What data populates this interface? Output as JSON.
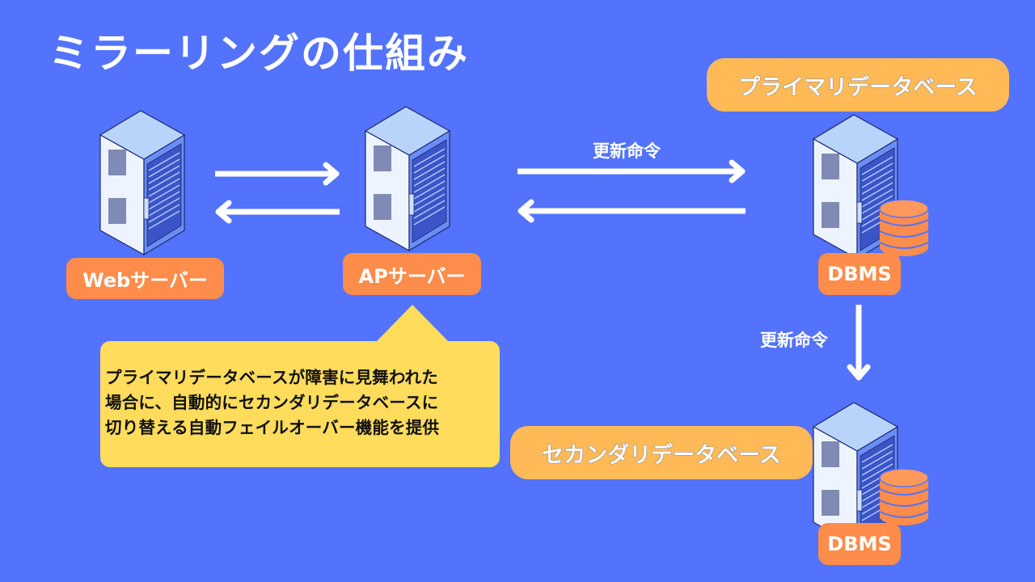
{
  "title": "ミラーリングの仕組み",
  "nodes": {
    "web_server": {
      "label": "Webサーバー",
      "icon": "server-rack-icon"
    },
    "ap_server": {
      "label": "APサーバー",
      "icon": "server-rack-icon"
    },
    "primary_db": {
      "label": "プライマリデータベース",
      "dbms_label": "DBMS",
      "icon": "server-rack-database-icon"
    },
    "secondary_db": {
      "label": "セカンダリデータベース",
      "dbms_label": "DBMS",
      "icon": "server-rack-database-icon"
    }
  },
  "connections": [
    {
      "from": "web_server",
      "to": "ap_server",
      "type": "bidirectional",
      "caption": ""
    },
    {
      "from": "ap_server",
      "to": "primary_db",
      "type": "bidirectional",
      "caption": "更新命令"
    },
    {
      "from": "primary_db",
      "to": "secondary_db",
      "type": "down",
      "caption": "更新命令"
    }
  ],
  "note": {
    "lines": [
      "プライマリデータベースが障害に見舞われた",
      "場合に、自動的にセカンダリデータベースに",
      "切り替える自動フェイルオーバー機能を提供"
    ]
  },
  "colors": {
    "background": "#5373fd",
    "label_orange": "#fe8c4a",
    "db_label": "#ffba57",
    "note": "#ffdc5c",
    "arrow": "#ffffff"
  }
}
